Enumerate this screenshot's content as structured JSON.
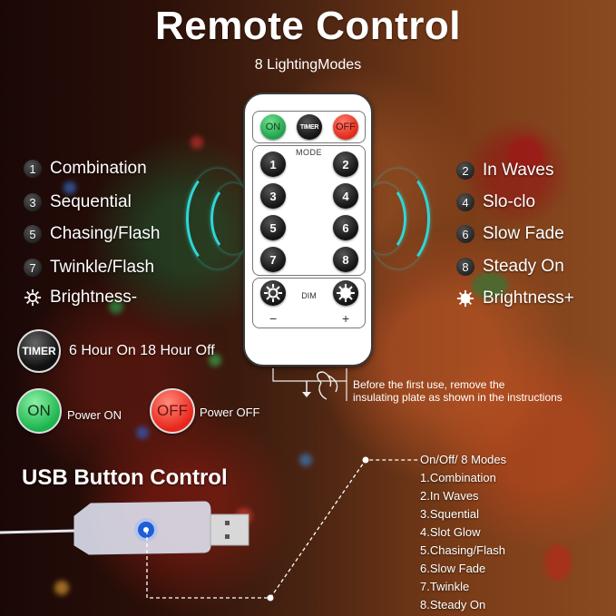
{
  "header": {
    "title": "Remote Control",
    "subtitle": "8 LightingModes"
  },
  "remote": {
    "top_buttons": [
      {
        "label": "ON",
        "color": "#1ea24a"
      },
      {
        "label": "TIMER",
        "color": "#1b1b1b"
      },
      {
        "label": "OFF",
        "color": "#e02a1a"
      }
    ],
    "mode_label": "MODE",
    "mode_buttons": [
      "1",
      "2",
      "3",
      "4",
      "5",
      "6",
      "7",
      "8"
    ],
    "dim_label": "DIM",
    "dim_minus": "−",
    "dim_plus": "+"
  },
  "left_modes": [
    {
      "num": "1",
      "label": "Combination"
    },
    {
      "num": "3",
      "label": "Sequential"
    },
    {
      "num": "5",
      "label": "Chasing/Flash"
    },
    {
      "num": "7",
      "label": "Twinkle/Flash"
    },
    {
      "icon": "sun-outline-icon",
      "label": "Brightness-"
    }
  ],
  "right_modes": [
    {
      "num": "2",
      "label": "In Waves"
    },
    {
      "num": "4",
      "label": "Slo-clo"
    },
    {
      "num": "6",
      "label": "Slow Fade"
    },
    {
      "num": "8",
      "label": "Steady On"
    },
    {
      "icon": "sun-filled-icon",
      "label": "Brightness+"
    }
  ],
  "legend": {
    "timer_button": "TIMER",
    "timer_text": "6 Hour On 18 Hour Off",
    "on_button": "ON",
    "on_text": "Power ON",
    "off_button": "OFF",
    "off_text": "Power OFF"
  },
  "note": {
    "line1": "Before the first use, remove the",
    "line2": "insulating plate as shown in the instructions"
  },
  "usb": {
    "title": "USB Button Control",
    "list_heading": "On/Off/ 8 Modes",
    "modes": [
      "1.Combination",
      "2.In Waves",
      "3.Squential",
      "4.Slot Glow",
      "5.Chasing/Flash",
      "6.Slow Fade",
      "7.Twinkle",
      "8.Steady On"
    ]
  },
  "colors": {
    "signal_arc": "#2fd6d6",
    "usb_button_blue": "#1e5fd8"
  }
}
